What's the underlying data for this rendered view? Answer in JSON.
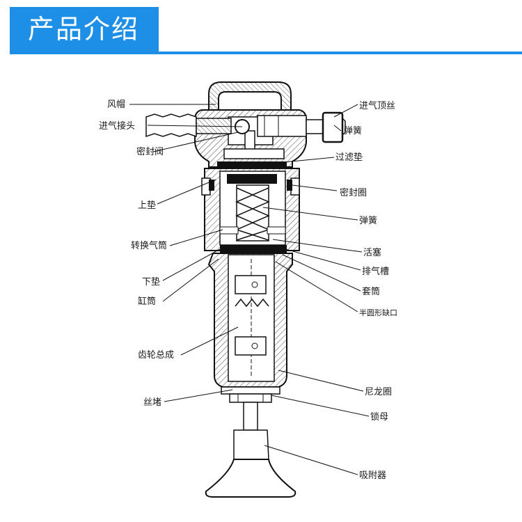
{
  "header": {
    "title": "产品介绍",
    "accent_color": "#1e8fe6"
  },
  "diagram": {
    "labels_left": [
      {
        "id": "wind-cap",
        "text": "风帽"
      },
      {
        "id": "air-inlet-joint",
        "text": "进气接头"
      },
      {
        "id": "seal-valve",
        "text": "密封阀"
      },
      {
        "id": "upper-pad",
        "text": "上垫"
      },
      {
        "id": "switch-cylinder",
        "text": "转换气筒"
      },
      {
        "id": "lower-pad",
        "text": "下垫"
      },
      {
        "id": "cylinder",
        "text": "缸筒"
      },
      {
        "id": "gear-assembly",
        "text": "齿轮总成"
      },
      {
        "id": "plug",
        "text": "丝堵"
      }
    ],
    "labels_right": [
      {
        "id": "inlet-top-screw",
        "text": "进气顶丝"
      },
      {
        "id": "spring-top",
        "text": "弹簧"
      },
      {
        "id": "filter-pad",
        "text": "过滤垫"
      },
      {
        "id": "seal-ring",
        "text": "密封圈"
      },
      {
        "id": "spring-mid",
        "text": "弹簧"
      },
      {
        "id": "piston",
        "text": "活塞"
      },
      {
        "id": "exhaust-groove",
        "text": "排气槽"
      },
      {
        "id": "sleeve",
        "text": "套筒"
      },
      {
        "id": "semicircle-notch",
        "text": "半圆形缺口"
      },
      {
        "id": "nylon-ring",
        "text": "尼龙圈"
      },
      {
        "id": "lock-nut",
        "text": "锁母"
      },
      {
        "id": "suction-cup",
        "text": "吸附器"
      }
    ]
  }
}
